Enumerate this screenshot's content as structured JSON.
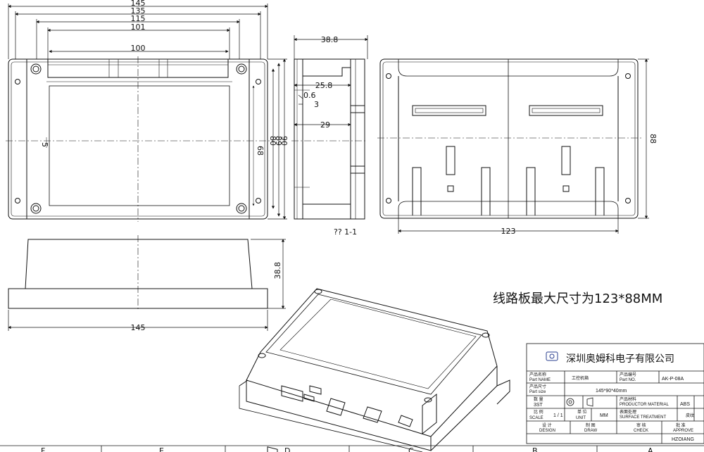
{
  "dims": {
    "w145": "145",
    "w135": "135",
    "w115": "115",
    "w101": "101",
    "w100": "100",
    "h5": "5",
    "h68": "68",
    "h80": "80",
    "h89": "89",
    "h90": "90",
    "d38_8": "38.8",
    "d25_8": "25.8",
    "d0_6": "0.6",
    "d3": "3",
    "d29": "29",
    "w123": "123",
    "h88": "88",
    "h38_8": "38.8",
    "w145b": "145"
  },
  "section_label": "?? 1-1",
  "pcb_note": "线路板最大尺寸为123*88MM",
  "title_block": {
    "company": "深圳奥姆科电子有限公司",
    "part_name_cn": "产品名称",
    "part_name_en": "Part NAME",
    "part_name_val": "工控机箱",
    "part_no_cn": "产品编号",
    "part_no_en": "Part NO.",
    "part_no_val": "AK-P-08A",
    "part_size_cn": "产品尺寸",
    "part_size_en": "Part size",
    "part_size_val": "145*90*40mm",
    "qty_cn": "数 量",
    "qty_val": "3ST",
    "material_cn": "产品材料",
    "material_en": "PRODUCTOR MATERIAL",
    "material_val": "ABS",
    "scale_cn": "比 例",
    "scale_en": "SCALE",
    "scale_val": "1 / 1",
    "unit_cn": "单 位",
    "unit_en": "UNIT",
    "unit_val": "MM",
    "surface_cn": "表面处理",
    "surface_en": "SURFACE TREATMENT",
    "surface_val": "皮纹",
    "design_cn": "设 计",
    "design_en": "DESIGN",
    "draw_cn": "制 图",
    "draw_en": "DRAW",
    "check_cn": "审 核",
    "check_en": "CHECK",
    "approve_cn": "批 准",
    "approve_en": "APPROVE",
    "approve_val": "HZOIANG"
  },
  "border_letters": [
    "F",
    "E",
    "D",
    "C",
    "B",
    "A"
  ]
}
